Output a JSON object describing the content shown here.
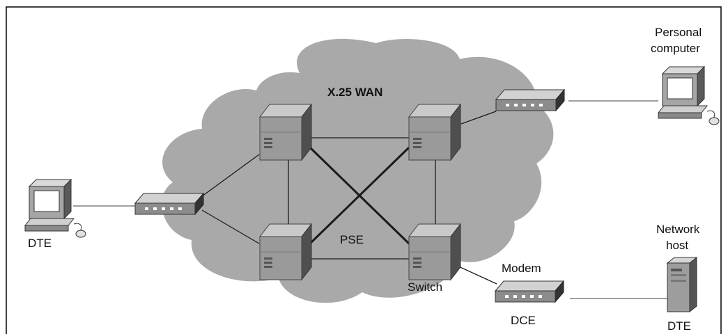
{
  "diagram": {
    "title": "X.25 WAN",
    "labels": {
      "pse": "PSE",
      "switch": "Switch",
      "modem": "Modem",
      "dce": "DCE",
      "dte_left": "DTE",
      "dte_right": "DTE",
      "personal_computer_line1": "Personal",
      "personal_computer_line2": "computer",
      "network_host_line1": "Network",
      "network_host_line2": "host"
    },
    "colors": {
      "cloud": "#a9a9a9",
      "switch_front": "#9a9a9a",
      "switch_top": "#c9c9c9",
      "switch_side": "#4f4f4f",
      "link": "#1a1a1a",
      "border": "#000000"
    },
    "icons": [
      "switch-icon",
      "modem-icon",
      "computer-icon",
      "server-icon",
      "cloud-shape"
    ]
  }
}
